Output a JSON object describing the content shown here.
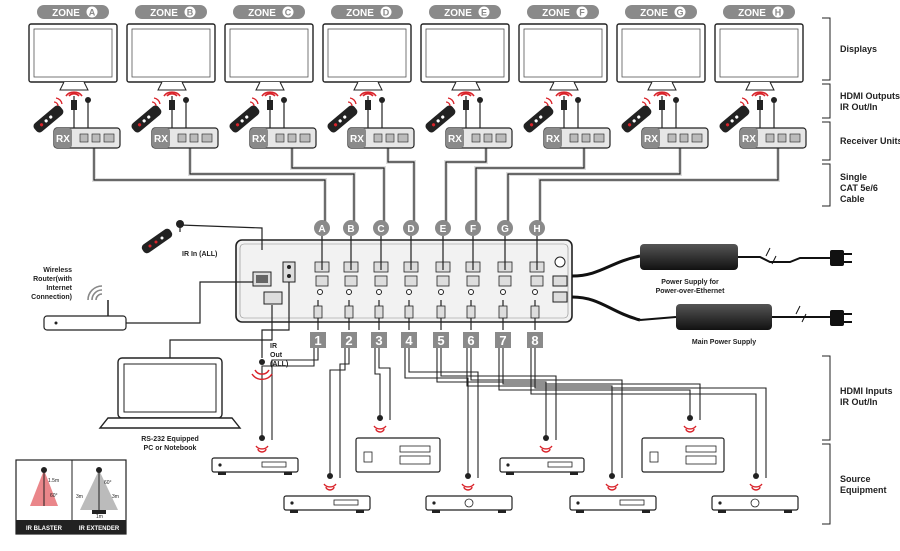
{
  "zones": [
    {
      "prefix": "ZONE",
      "letter": "A"
    },
    {
      "prefix": "ZONE",
      "letter": "B"
    },
    {
      "prefix": "ZONE",
      "letter": "C"
    },
    {
      "prefix": "ZONE",
      "letter": "D"
    },
    {
      "prefix": "ZONE",
      "letter": "E"
    },
    {
      "prefix": "ZONE",
      "letter": "F"
    },
    {
      "prefix": "ZONE",
      "letter": "G"
    },
    {
      "prefix": "ZONE",
      "letter": "H"
    }
  ],
  "receiver_tag": "RX",
  "output_letters": [
    "A",
    "B",
    "C",
    "D",
    "E",
    "F",
    "G",
    "H"
  ],
  "input_numbers": [
    "1",
    "2",
    "3",
    "4",
    "5",
    "6",
    "7",
    "8"
  ],
  "right_labels": {
    "displays": "Displays",
    "hdmi_outputs_1": "HDMI Outputs",
    "hdmi_outputs_2": "IR Out/In",
    "receiver_units": "Receiver Units",
    "cable_1": "Single",
    "cable_2": "CAT 5e/6",
    "cable_3": "Cable",
    "hdmi_inputs_1": "HDMI Inputs",
    "hdmi_inputs_2": "IR Out/In",
    "source_1": "Source",
    "source_2": "Equipment"
  },
  "left_labels": {
    "ir_in_all": "IR In (ALL)",
    "router_1": "Wireless",
    "router_2": "Router(with",
    "router_3": "Internet",
    "router_4": "Connection)",
    "ir_out_1": "IR",
    "ir_out_2": "Out",
    "ir_out_3": "(ALL)",
    "pc_1": "RS-232 Equipped",
    "pc_2": "PC or Notebook"
  },
  "power_labels": {
    "poe_1": "Power Supply for",
    "poe_2": "Power-over-Ethernet",
    "main": "Main Power Supply"
  },
  "legend": {
    "blaster": "IR BLASTER",
    "extender": "IR EXTENDER",
    "b_dist": "1.5m",
    "b_angle": "60°",
    "e_d1": "3m",
    "e_d2": "3m",
    "e_d3": "1m",
    "e_angle": "60°"
  },
  "colors": {
    "brand_grey": "#8a8a8a",
    "ir_red": "#d9232a",
    "cable": "#222222"
  }
}
